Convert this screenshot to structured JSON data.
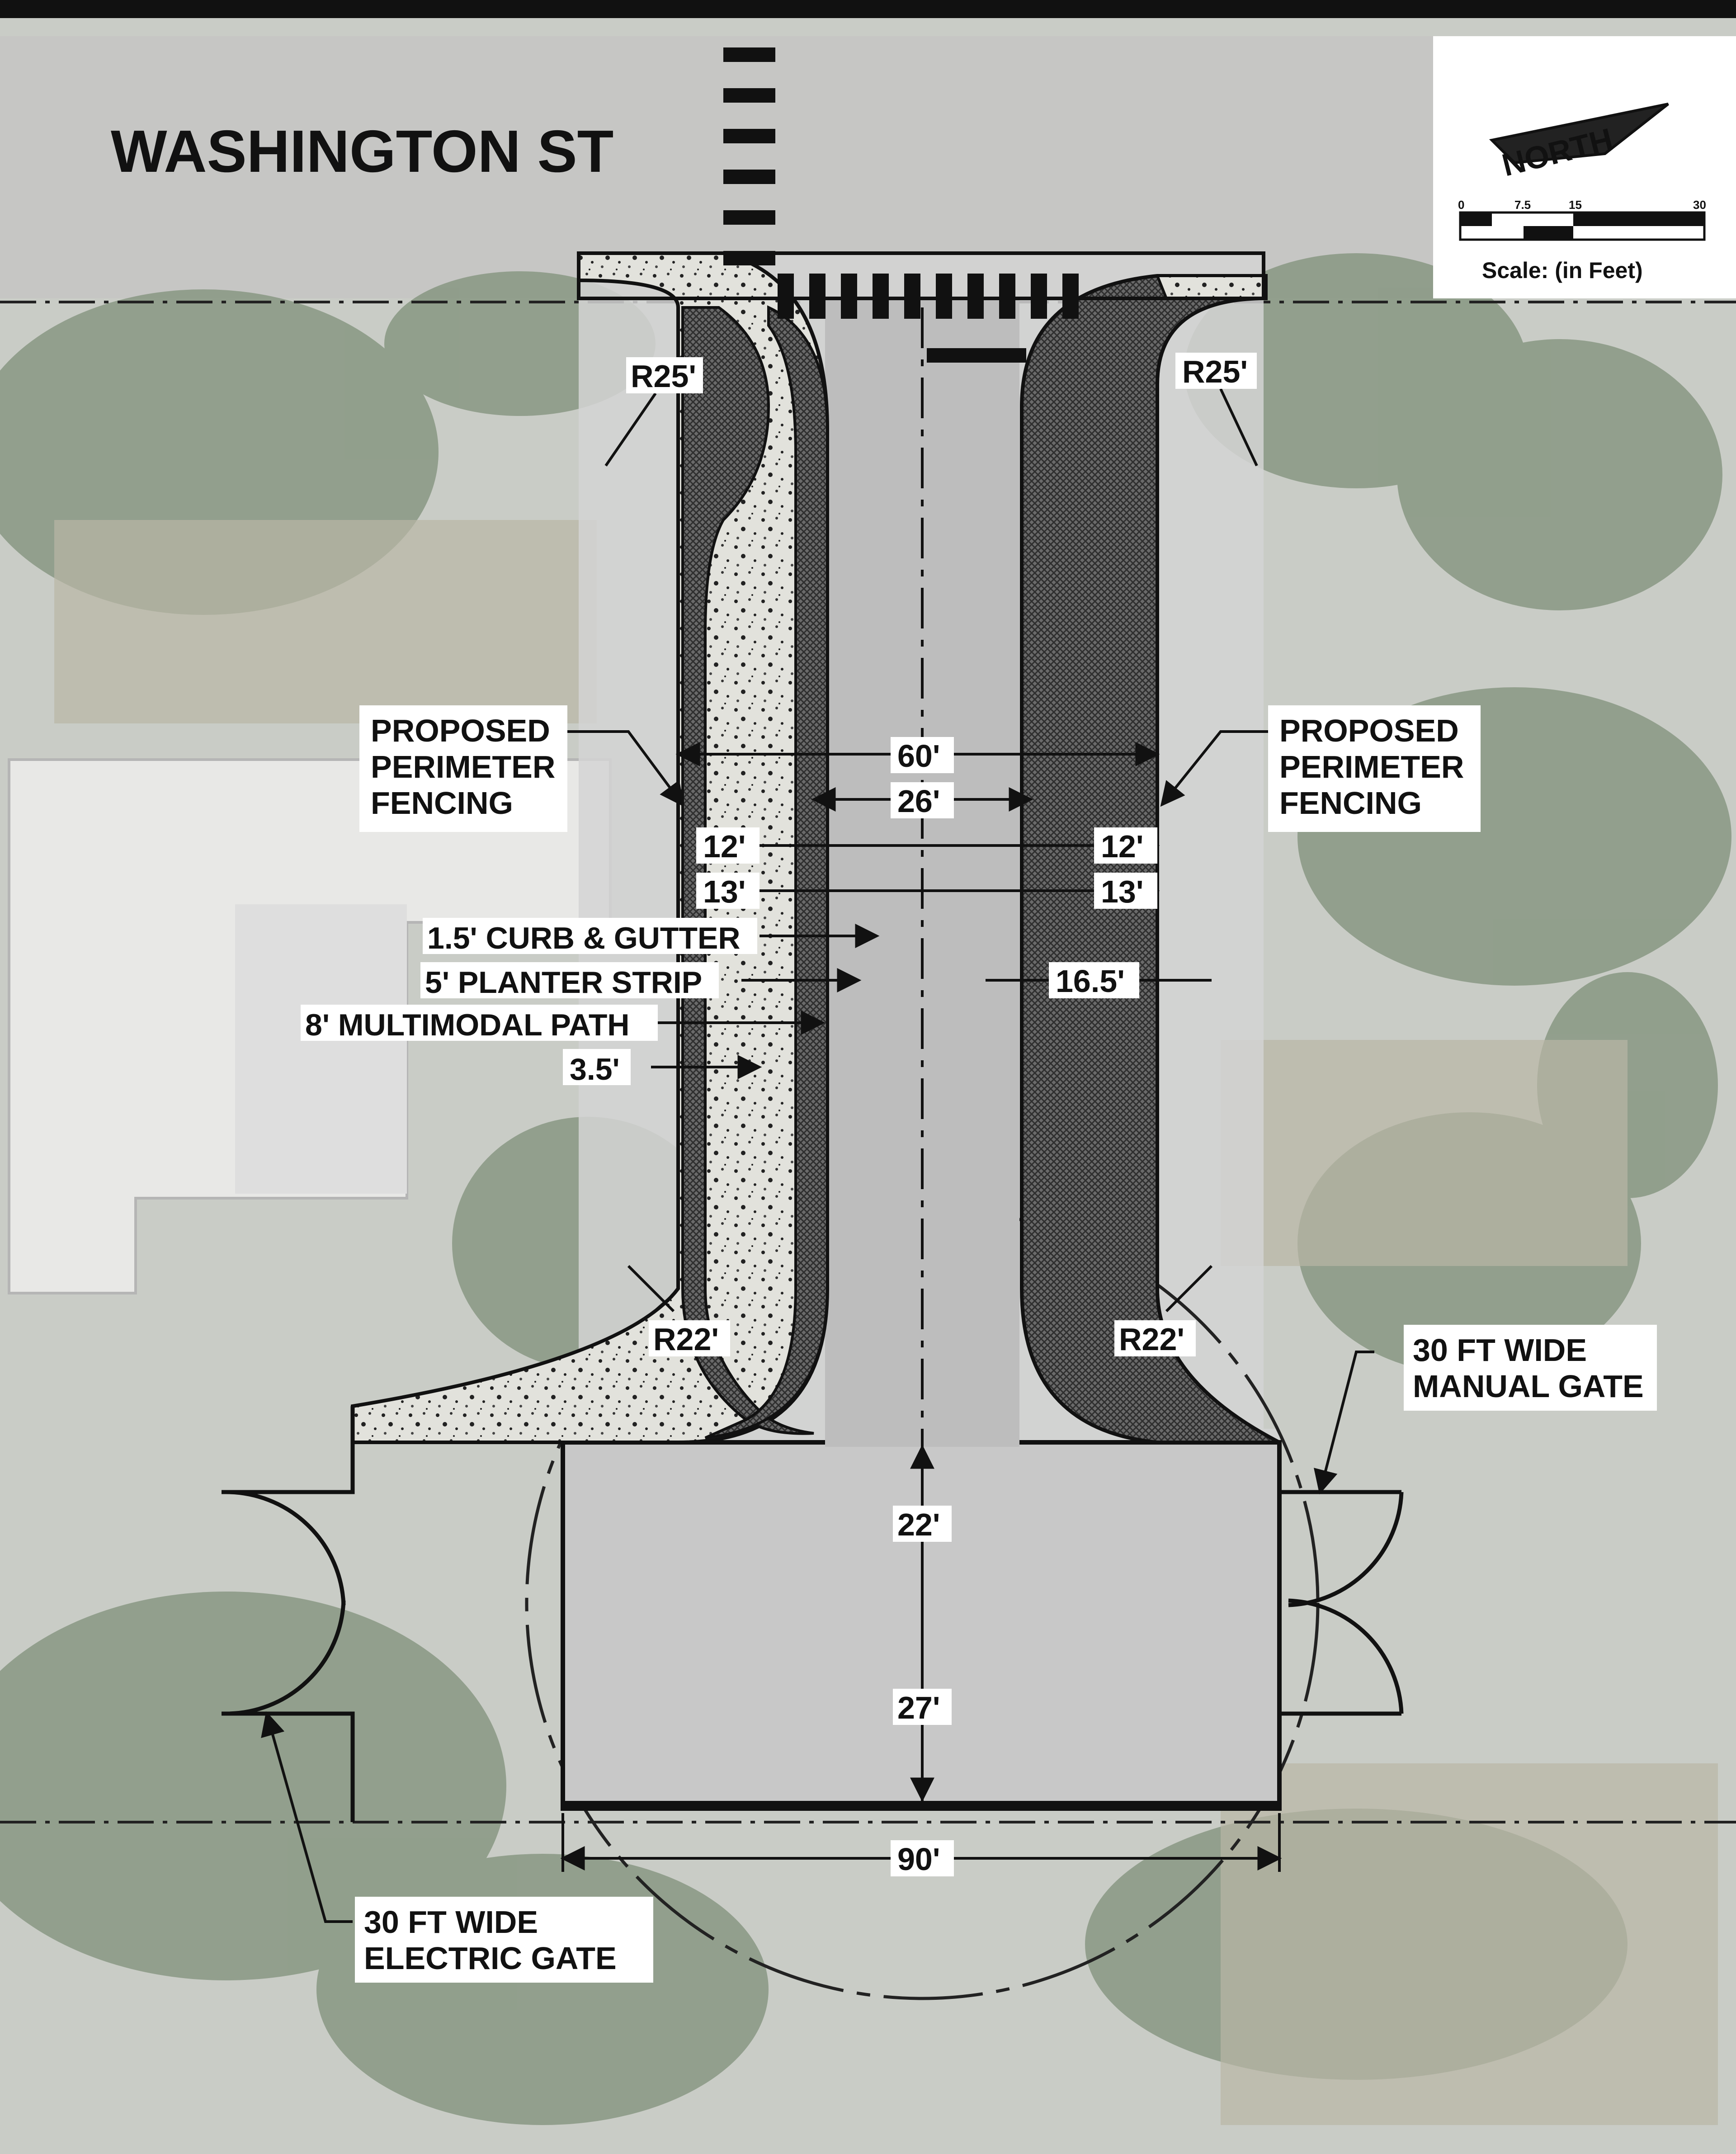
{
  "street_name": "WASHINGTON ST",
  "north_label": "NORTH",
  "scale": {
    "label": "Scale: (in Feet)",
    "ticks": [
      "0",
      "7.5",
      "15",
      "30"
    ]
  },
  "colors": {
    "aerial_tint": "#c9ccc6",
    "road": "#bcbcbc",
    "pavement_overlay": "#d3d3d3",
    "hatch": "#4d4d4d",
    "ink": "#111111"
  },
  "radius_labels": {
    "r25_left": "R25'",
    "r25_right": "R25'",
    "r22_left": "R22'",
    "r22_right": "R22'"
  },
  "callouts": {
    "fence_left": [
      "PROPOSED",
      "PERIMETER",
      "FENCING"
    ],
    "fence_right": [
      "PROPOSED",
      "PERIMETER",
      "FENCING"
    ],
    "manual_gate": [
      "30 FT WIDE",
      "MANUAL GATE"
    ],
    "electric_gate": [
      "30 FT WIDE",
      "ELECTRIC GATE"
    ]
  },
  "section_labels": {
    "curb": "1.5' CURB & GUTTER",
    "planter": "5' PLANTER STRIP",
    "path": "8' MULTIMODAL PATH",
    "offset": "3.5'"
  },
  "dimensions": {
    "row_width": "60'",
    "road_width": "26'",
    "lane_left": "12'",
    "lane_right": "12'",
    "half_left": "13'",
    "half_right": "13'",
    "right_strip": "16.5'",
    "throat": "22'",
    "turnaround_depth": "27'",
    "turnaround_width": "90'"
  }
}
